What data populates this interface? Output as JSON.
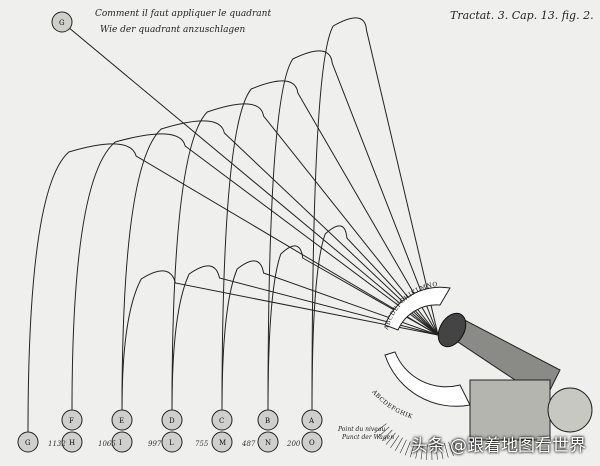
{
  "caption": {
    "french": "Comment il faut appliquer le quadrant",
    "german": "Wie der quadrant anzuschlagen"
  },
  "figure_ref": "Tractat. 3. Cap. 13. fig. 2.",
  "target_note": {
    "french": "Point du niveau",
    "german": "Punct der Wagen"
  },
  "balls_top": [
    "F",
    "E",
    "D",
    "C",
    "B",
    "A"
  ],
  "balls_bottom": [
    "G",
    "H",
    "I",
    "L",
    "M",
    "N",
    "O"
  ],
  "distances": [
    "1132",
    "1065",
    "997",
    "755",
    "487",
    "200"
  ],
  "high_ball": "G",
  "quadrant_letters_upper": "ABCDEFGHIKLMNO",
  "quadrant_letters_lower": "ABCDEFGHIK",
  "watermark": "头条 @跟着地图看世界"
}
